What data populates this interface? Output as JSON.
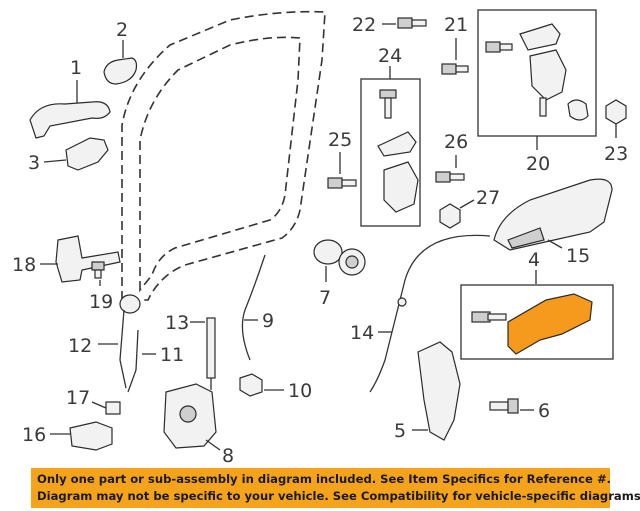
{
  "callouts": {
    "c1": "1",
    "c2": "2",
    "c3": "3",
    "c4": "4",
    "c5": "5",
    "c6": "6",
    "c7": "7",
    "c8": "8",
    "c9": "9",
    "c10": "10",
    "c11": "11",
    "c12": "12",
    "c13": "13",
    "c14": "14",
    "c15": "15",
    "c16": "16",
    "c17": "17",
    "c18": "18",
    "c19": "19",
    "c20": "20",
    "c21": "21",
    "c22": "22",
    "c23": "23",
    "c24": "24",
    "c25": "25",
    "c26": "26",
    "c27": "27"
  },
  "colors": {
    "highlight": "#f59a1c",
    "notice_bg": "#f5a31a",
    "line": "#333333"
  },
  "notice": {
    "line1": "Only one part or sub-assembly in diagram included. See Item Specifics for Reference #.",
    "line2": "Diagram may not be specific to your vehicle. See Compatibility for vehicle-specific diagrams."
  }
}
